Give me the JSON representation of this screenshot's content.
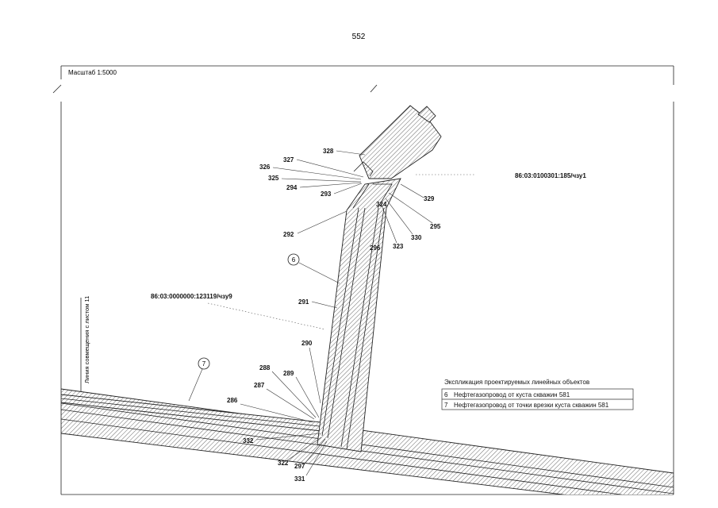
{
  "page_number": "552",
  "scale_label": "Масштаб 1:5000",
  "side_label": "Линия совмещения с листом 11",
  "parcels": {
    "upper": "86:03:0100301:185/чзу1",
    "left": "86:03:0000000:123119/чзу9"
  },
  "callouts": {
    "obj6": "6",
    "obj7": "7"
  },
  "points": {
    "p328": "328",
    "p327": "327",
    "p326": "326",
    "p325": "325",
    "p294": "294",
    "p293": "293",
    "p292": "292",
    "p324": "324",
    "p329": "329",
    "p295": "295",
    "p330": "330",
    "p323": "323",
    "p296": "296",
    "p291": "291",
    "p290": "290",
    "p288": "288",
    "p289": "289",
    "p287": "287",
    "p286": "286",
    "p332": "332",
    "p322": "322",
    "p297": "297",
    "p331": "331"
  },
  "legend": {
    "title": "Экспликация проектируемых линейных объектов",
    "rows": [
      {
        "num": "6",
        "text": "Нефтегазопровод от куста скважин 581"
      },
      {
        "num": "7",
        "text": "Нефтегазопровод от точки врезки куста скважин 581"
      }
    ]
  }
}
